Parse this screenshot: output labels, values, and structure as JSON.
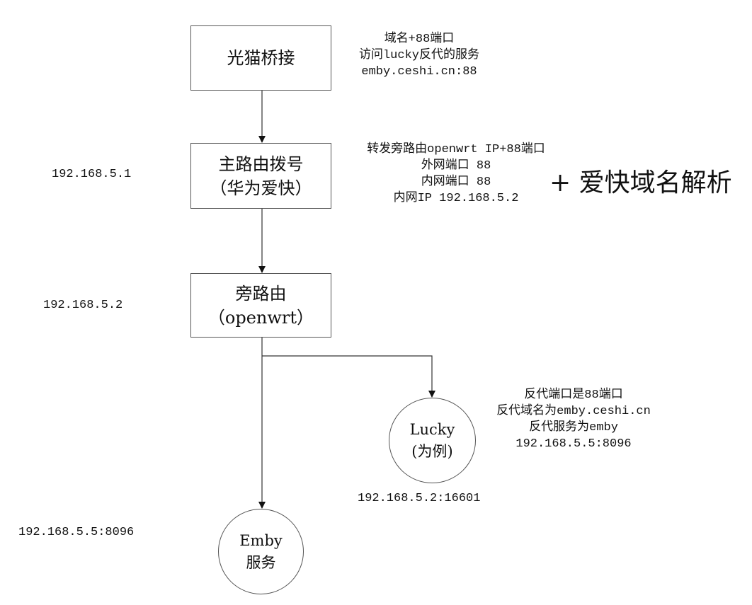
{
  "nodes": {
    "optical_modem": {
      "label": "光猫桥接"
    },
    "main_router": {
      "line1": "主路由拨号",
      "line2": "（华为爱快）",
      "ip": "192.168.5.1"
    },
    "bypass_router": {
      "line1": "旁路由",
      "line2": "（openwrt）",
      "ip": "192.168.5.2"
    },
    "lucky": {
      "line1": "Lucky",
      "line2": "(为例)",
      "ip": "192.168.5.2:16601"
    },
    "emby": {
      "line1": "Emby",
      "line2": "服务",
      "ip": "192.168.5.5:8096"
    }
  },
  "notes": {
    "modem_note": [
      "域名+88端口",
      "访问lucky反代的服务",
      "emby.ceshi.cn:88"
    ],
    "router_note": [
      "转发旁路由openwrt IP+88端口",
      "外网端口 88",
      "内网端口 88",
      "内网IP 192.168.5.2"
    ],
    "ddns_note": "+ 爱快域名解析",
    "lucky_note": [
      "反代端口是88端口",
      "反代域名为emby.ceshi.cn",
      "反代服务为emby",
      "192.168.5.5:8096"
    ]
  }
}
